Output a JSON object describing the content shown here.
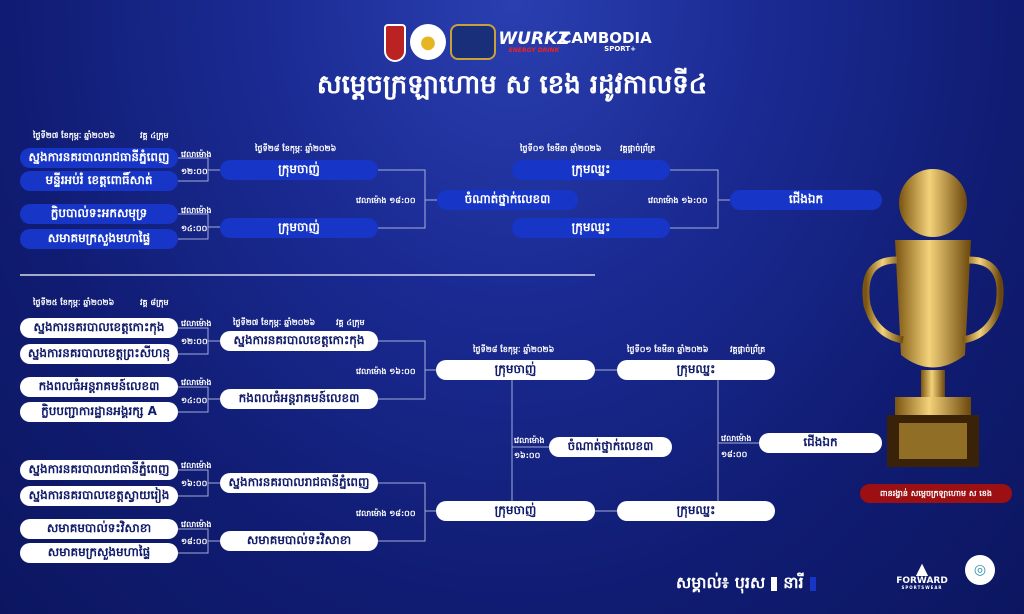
{
  "title": "សម្តេចក្រឡាហោម ស ខេង រដូវកាលទី៤",
  "logos": {
    "wurkz": "WURKZ",
    "wurkz_sub": "ENERGY DRINK",
    "cambodia": "CAMBODIA",
    "cambodia_sub": "SPORT+",
    "forward": "FORWARD",
    "forward_sub": "SPORTSWEAR"
  },
  "time_label": "វេលាម៉ោង",
  "women": {
    "r1_date": "ថ្ងៃទី២៧ ខែកុម្ភៈ ឆ្នាំ២០២៦",
    "r1_stage": "វគ្គ ៤ក្រុម",
    "teams": [
      "ស្នងការនគរបាលរាជធានីភ្នំពេញ",
      "មន្ទីរអប់រំ ខេត្តពោធិ៍សាត់",
      "ក្លិបបាល់ទះអកសមុទ្រ",
      "សមាគមក្រសួងមហាផ្ទៃ"
    ],
    "r1_times": [
      "១២:០០",
      "១៤:០០"
    ],
    "r2_date": "ថ្ងៃទី២៨ ខែកុម្ភៈ ឆ្នាំ២០២៦",
    "losers": [
      "ក្រុមចាញ់",
      "ក្រុមចាញ់"
    ],
    "third_time": "វេលាម៉ោង ១៨:០០",
    "third": "ចំណាត់ថ្នាក់លេខ៣",
    "final_date": "ថ្ងៃទី០១ ខែមីនា ឆ្នាំ២០២៦",
    "final_stage": "វគ្គផ្តាច់ព្រ័ត្រ",
    "winners": [
      "ក្រុមឈ្នះ",
      "ក្រុមឈ្នះ"
    ],
    "final_time": "វេលាម៉ោង ១៦:០០",
    "champion": "ជើងឯក"
  },
  "men": {
    "r1_date": "ថ្ងៃទី២៥ ខែកុម្ភៈ ឆ្នាំ២០២៦",
    "r1_stage": "វគ្គ ៨ក្រុម",
    "teams": [
      "ស្នងការនគរបាលខេត្តកោះកុង",
      "ស្នងការនគរបាលខេត្តព្រះសីហនុ",
      "កងពលធំអន្តរាគមន៍លេខ៣",
      "ក្លិបបញ្ជាការដ្ឋានអង្គរក្ស A",
      "ស្នងការនគរបាលរាជធានីភ្នំពេញ",
      "ស្នងការនគរបាលខេត្តស្វាយរៀង",
      "សមាគមបាល់ទះវិសាខា",
      "សមាគមក្រសួងមហាផ្ទៃ"
    ],
    "r1_times": [
      "១២:០០",
      "១៤:០០",
      "១៦:០០",
      "១៨:០០"
    ],
    "r2_date": "ថ្ងៃទី២៧ ខែកុម្ភៈ ឆ្នាំ២០២៦",
    "r2_stage": "វគ្គ ៤ក្រុម",
    "r2_teams": [
      "ស្នងការនគរបាលខេត្តកោះកុង",
      "កងពលធំអន្តរាគមន៍លេខ៣",
      "ស្នងការនគរបាលរាជធានីភ្នំពេញ",
      "សមាគមបាល់ទះវិសាខា"
    ],
    "r2_times": [
      "វេលាម៉ោង ១៦:០០",
      "វេលាម៉ោង ១៨:០០"
    ],
    "semi_date": "ថ្ងៃទី២៨ ខែកុម្ភៈ ឆ្នាំ២០២៦",
    "losers": [
      "ក្រុមចាញ់",
      "ក្រុមចាញ់"
    ],
    "third_time": "១៦:០០",
    "third": "ចំណាត់ថ្នាក់លេខ៣",
    "final_date": "ថ្ងៃទី០១ ខែមីនា ឆ្នាំ២០២៦",
    "final_stage": "វគ្គផ្តាច់ព្រ័ត្រ",
    "winners": [
      "ក្រុមឈ្នះ",
      "ក្រុមឈ្នះ"
    ],
    "final_time": "១៨:០០",
    "champion": "ជើងឯក"
  },
  "trophy_badge": "ពានរង្វាន់ សម្តេចក្រឡាហោម ស ខេង",
  "legend": {
    "label": "សម្គាល់៖",
    "men": "បុរស",
    "women": "នារី",
    "men_color": "#ffffff",
    "women_color": "#1735c6"
  }
}
